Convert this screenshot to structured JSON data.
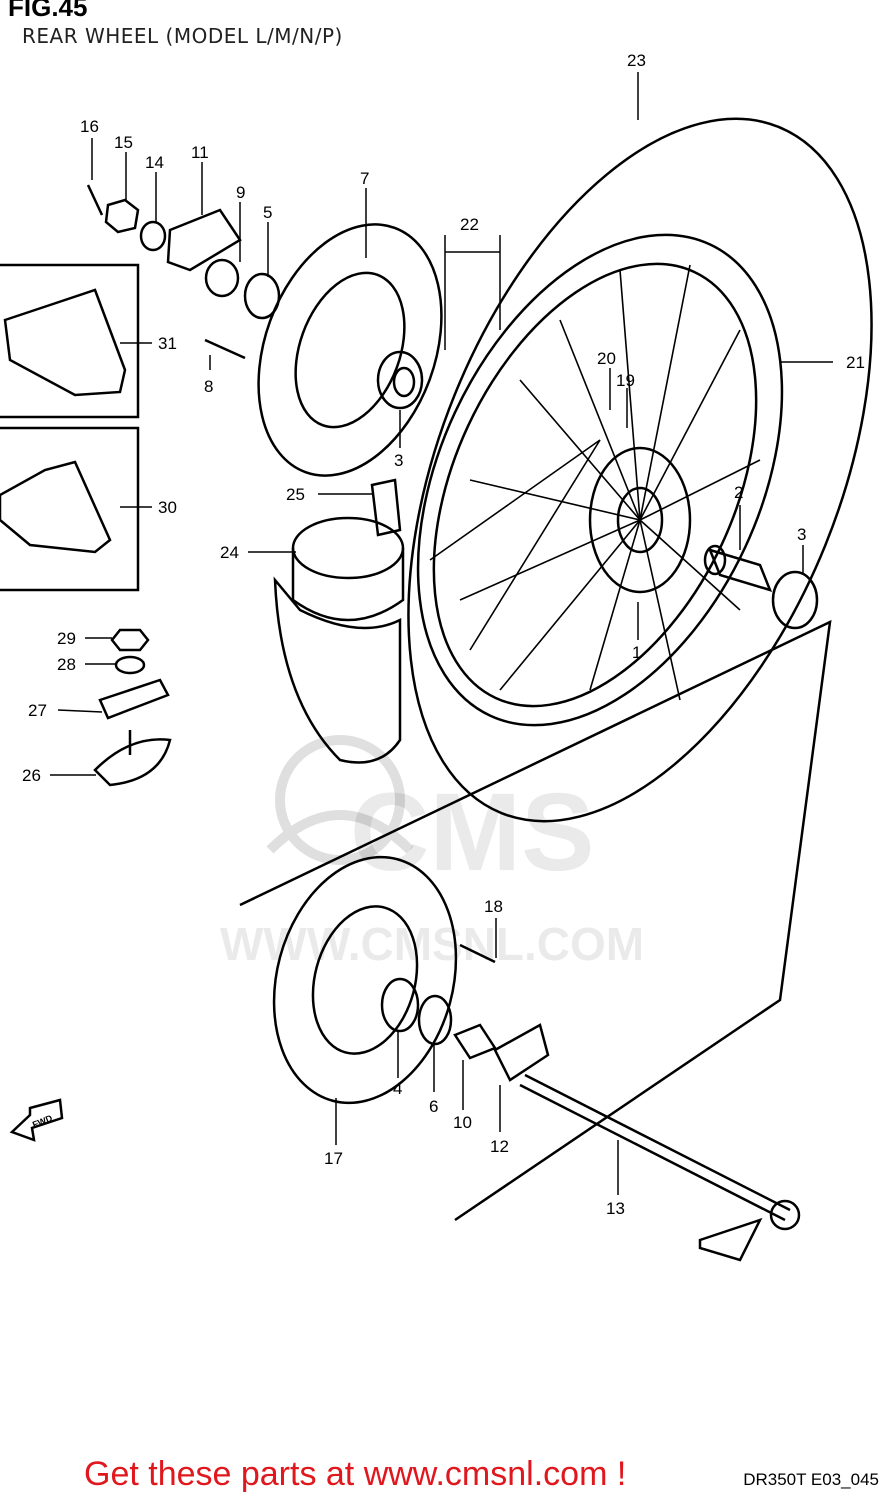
{
  "figure": {
    "title": "FIG.45",
    "subtitle": "REAR WHEEL (MODEL L/M/N/P)",
    "ref_code": "DR350T E03_045"
  },
  "watermark": {
    "brand": "CMS",
    "url": "WWW.CMSNL.COM"
  },
  "cta": {
    "text": "Get these parts at www.cmsnl.com !",
    "color": "#e0171d"
  },
  "fwd_arrow": {
    "label": "FWD"
  },
  "callouts": [
    {
      "id": "c1",
      "label": "1"
    },
    {
      "id": "c2",
      "label": "2"
    },
    {
      "id": "c3a",
      "label": "3"
    },
    {
      "id": "c3b",
      "label": "3"
    },
    {
      "id": "c4",
      "label": "4"
    },
    {
      "id": "c5",
      "label": "5"
    },
    {
      "id": "c6",
      "label": "6"
    },
    {
      "id": "c7",
      "label": "7"
    },
    {
      "id": "c8",
      "label": "8"
    },
    {
      "id": "c9",
      "label": "9"
    },
    {
      "id": "c10",
      "label": "10"
    },
    {
      "id": "c11",
      "label": "11"
    },
    {
      "id": "c12",
      "label": "12"
    },
    {
      "id": "c13",
      "label": "13"
    },
    {
      "id": "c14",
      "label": "14"
    },
    {
      "id": "c15",
      "label": "15"
    },
    {
      "id": "c16",
      "label": "16"
    },
    {
      "id": "c17",
      "label": "17"
    },
    {
      "id": "c18",
      "label": "18"
    },
    {
      "id": "c19",
      "label": "19"
    },
    {
      "id": "c20",
      "label": "20"
    },
    {
      "id": "c21",
      "label": "21"
    },
    {
      "id": "c22",
      "label": "22"
    },
    {
      "id": "c23",
      "label": "23"
    },
    {
      "id": "c24",
      "label": "24"
    },
    {
      "id": "c25",
      "label": "25"
    },
    {
      "id": "c26",
      "label": "26"
    },
    {
      "id": "c27",
      "label": "27"
    },
    {
      "id": "c28",
      "label": "28"
    },
    {
      "id": "c29",
      "label": "29"
    },
    {
      "id": "c30",
      "label": "30"
    },
    {
      "id": "c31",
      "label": "31"
    }
  ]
}
